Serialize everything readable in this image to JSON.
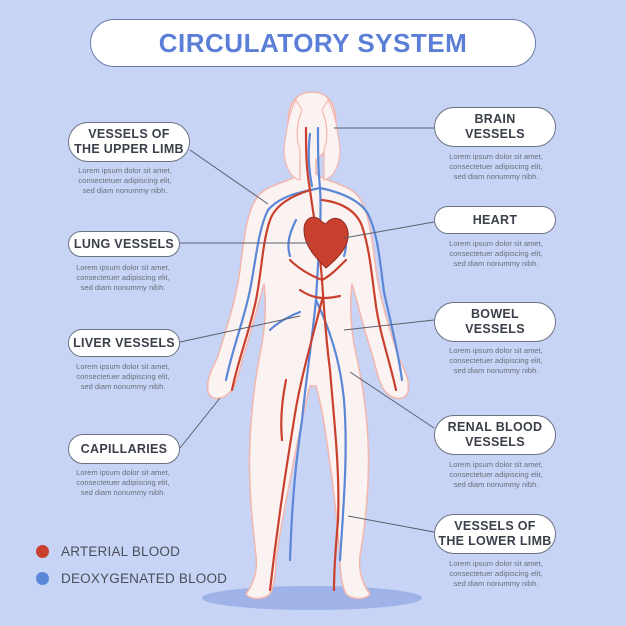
{
  "title": "CIRCULATORY SYSTEM",
  "labels": {
    "upper_limb": [
      "VESSELS OF",
      "THE UPPER LIMB"
    ],
    "lung": [
      "LUNG VESSELS"
    ],
    "liver": [
      "LIVER VESSELS"
    ],
    "capillaries": [
      "CAPILLARIES"
    ],
    "brain": [
      "BRAIN",
      "VESSELS"
    ],
    "heart": [
      "HEART"
    ],
    "bowel": [
      "BOWEL",
      "VESSELS"
    ],
    "renal": [
      "RENAL BLOOD",
      "VESSELS"
    ],
    "lower_limb": [
      "VESSELS OF",
      "THE LOWER LIMB"
    ]
  },
  "description": [
    "Lorem ipsum dolor sit amet,",
    "consectetuer adipiscing elit,",
    "sed diam nonummy nibh."
  ],
  "legend": {
    "arterial": "ARTERIAL BLOOD",
    "deoxygenated": "DEOXYGENATED BLOOD"
  },
  "colors": {
    "background": "#c8d4f5",
    "arterial": "#c9402f",
    "deoxygenated": "#5b87d8",
    "title": "#5b7ed6"
  }
}
